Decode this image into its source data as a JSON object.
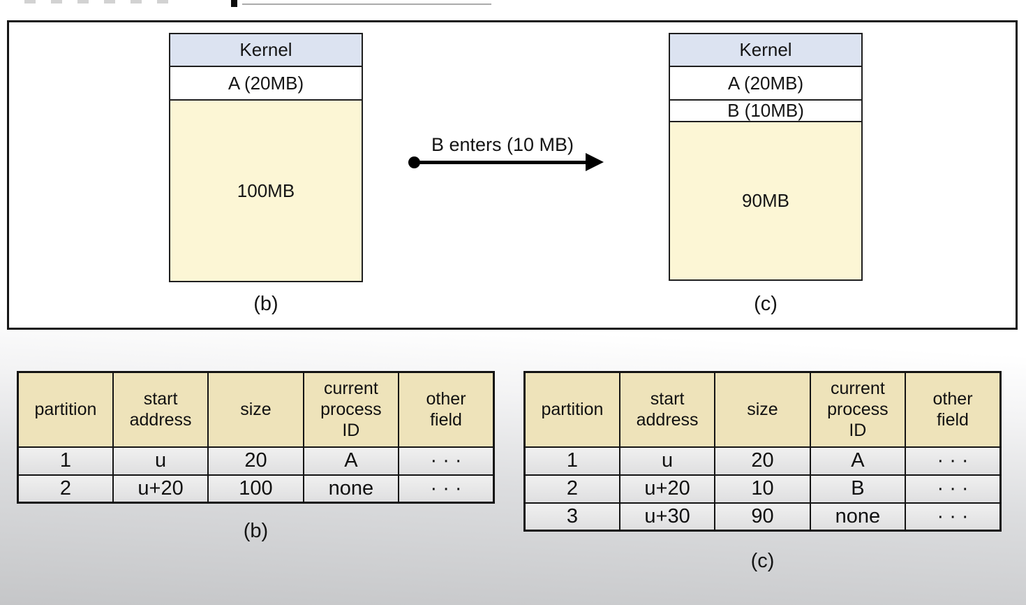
{
  "colors": {
    "kernel_bg": "#dce3f1",
    "free_space_bg": "#fcf6d5",
    "table_header_bg": "#eee3ba",
    "table_row_bg": "#e7e7e8",
    "border": "#141414"
  },
  "diagram": {
    "arrow_label": "B enters (10 MB)",
    "maps": [
      {
        "caption": "(b)",
        "blocks": [
          {
            "label": "Kernel"
          },
          {
            "label": "A (20MB)"
          },
          {
            "label": "100MB"
          }
        ]
      },
      {
        "caption": "(c)",
        "blocks": [
          {
            "label": "Kernel"
          },
          {
            "label": "A (20MB)"
          },
          {
            "label": "B (10MB)"
          },
          {
            "label": "90MB"
          }
        ]
      }
    ]
  },
  "tables": [
    {
      "caption": "(b)",
      "headers": [
        "partition",
        "start\naddress",
        "size",
        "current\nprocess\nID",
        "other\nfield"
      ],
      "rows": [
        [
          "1",
          "u",
          "20",
          "A",
          "· · ·"
        ],
        [
          "2",
          "u+20",
          "100",
          "none",
          "· · ·"
        ]
      ]
    },
    {
      "caption": "(c)",
      "headers": [
        "partition",
        "start\naddress",
        "size",
        "current\nprocess\nID",
        "other\nfield"
      ],
      "rows": [
        [
          "1",
          "u",
          "20",
          "A",
          "· · ·"
        ],
        [
          "2",
          "u+20",
          "10",
          "B",
          "· · ·"
        ],
        [
          "3",
          "u+30",
          "90",
          "none",
          "· · ·"
        ]
      ]
    }
  ]
}
